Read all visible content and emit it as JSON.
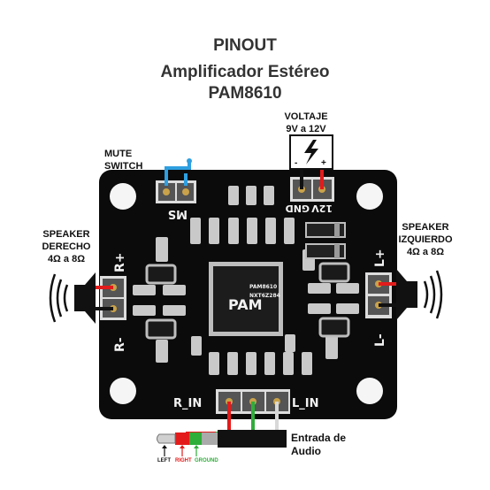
{
  "header": {
    "title1": "PINOUT",
    "title2": "Amplificador Estéreo",
    "title3": "PAM8610"
  },
  "labels": {
    "mute_line1": "MUTE",
    "mute_line2": "SWITCH",
    "voltage_line1": "VOLTAJE",
    "voltage_line2": "9V a 12V",
    "right_speaker_line1": "SPEAKER",
    "right_speaker_line2": "DERECHO",
    "right_speaker_line3": "4Ω a 8Ω",
    "left_speaker_line1": "SPEAKER",
    "left_speaker_line2": "IZQUIERDO",
    "left_speaker_line3": "4Ω a 8Ω",
    "audio_input_line1": "Entrada de",
    "audio_input_line2": "Audio"
  },
  "board": {
    "ms": "MS",
    "gnd": "GND",
    "v12": "12V",
    "r_plus": "R+",
    "r_minus": "R-",
    "l_plus": "L+",
    "l_minus": "L-",
    "r_in": "R_IN",
    "l_in": "L_IN",
    "chip_logo": "PAM",
    "chip_text1": "PAM8610",
    "chip_text2": "NXT6Z284",
    "psu_minus": "-",
    "psu_plus": "+"
  },
  "jack": {
    "left": "LEFT",
    "right": "RIGHT",
    "ground": "GROUND"
  },
  "colors": {
    "board": "#0b0b0b",
    "wire_red": "#e31b1b",
    "wire_green": "#2fae3a",
    "wire_white": "#d8d8d8",
    "mute_wire": "#2e9fe0"
  }
}
